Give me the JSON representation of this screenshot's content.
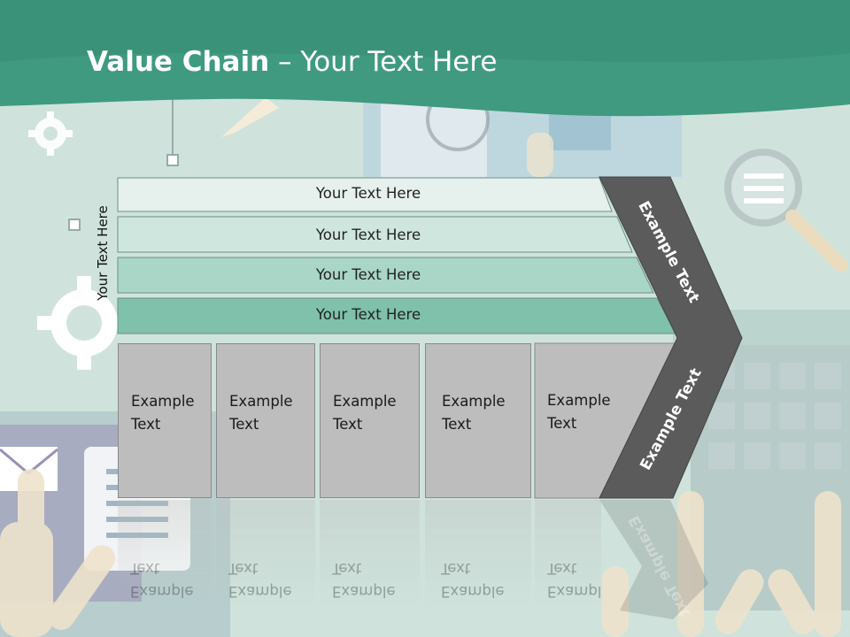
{
  "title": {
    "bold": "Value Chain",
    "rest": " – Your Text Here"
  },
  "vertical_label": "Your Text Here",
  "bars": [
    {
      "label": "Your Text Here",
      "color": "#e6f0ed"
    },
    {
      "label": "Your Text Here",
      "color": "#cfe6de"
    },
    {
      "label": "Your Text Here",
      "color": "#a9d6c6"
    },
    {
      "label": "Your Text Here",
      "color": "#7fc1aa"
    }
  ],
  "boxes": [
    {
      "line1": "Example",
      "line2": "Text"
    },
    {
      "line1": "Example",
      "line2": "Text"
    },
    {
      "line1": "Example",
      "line2": "Text"
    },
    {
      "line1": "Example",
      "line2": "Text"
    },
    {
      "line1": "Example",
      "line2": "Text"
    }
  ],
  "arrow": {
    "top_label": "Example Text",
    "bottom_label": "Example Text",
    "color": "#5b5b5b"
  },
  "colors": {
    "header": "#3f9a80",
    "background": "#cfe3dc"
  }
}
